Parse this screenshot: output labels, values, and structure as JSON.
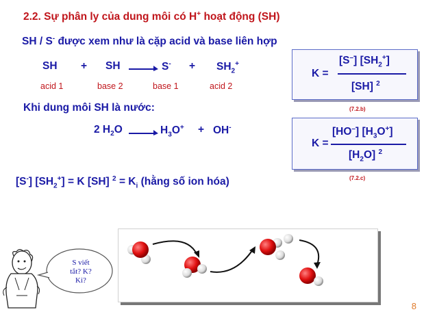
{
  "title": {
    "text": "2.2. Sự phân ly của dung môi có H",
    "sup": "+",
    "rest": "  hoạt động (SH)"
  },
  "line2": {
    "p1": "SH / S",
    "sup": "-",
    "p2": " được xem như là cặp acid và base liên hợp"
  },
  "eq1": {
    "sh1": "SH",
    "plus1": "+",
    "sh2": "SH",
    "s": "S",
    "s_sup": "-",
    "plus2": "+",
    "sh2p": "SH",
    "sh2p_sub": "2",
    "sh2p_sup": "+"
  },
  "labels": {
    "acid1": "acid 1",
    "base2": "base 2",
    "base1": "base 1",
    "acid2": "acid 2"
  },
  "water_line": "Khi dung môi SH là nước:",
  "eq2": {
    "coef": "2 H",
    "sub2": "2",
    "o": "O",
    "h3o": "H",
    "h3o_sub": "3",
    "h3o_o": "O",
    "h3o_sup": "+",
    "plus": "+",
    "oh": "OH",
    "oh_sup": "-"
  },
  "box1": {
    "k": "K =",
    "num_a": "[S",
    "num_a_sup": "–",
    "num_b": "] [SH",
    "num_b_sub": "2",
    "num_b_sup": "+",
    "num_c": "]",
    "den": "[SH]",
    "den_sup": "2",
    "ref": "(7.2.b)"
  },
  "box2": {
    "k": "K =",
    "num_a": "[HO",
    "num_a_sup": "–",
    "num_b": "] [H",
    "num_b_sub": "3",
    "num_b_o": "O",
    "num_b_sup": "+",
    "num_c": "]",
    "den_a": "[H",
    "den_sub": "2",
    "den_b": "O]",
    "den_sup": "2",
    "ref": "(7.2.c)"
  },
  "bottom": {
    "a": "[S",
    "a_sup": "-",
    "b": "] [SH",
    "b_sub": "2",
    "b_sup": "+",
    "c": "]  =  K  [SH] ",
    "c_sup": "2",
    "d": " =  K",
    "d_sub": "i",
    "e": " (hằng số ion hóa)"
  },
  "bubble": {
    "l1": "S viết",
    "l2": "tắt? K?",
    "l3": "Ki?"
  },
  "page_number": "8",
  "colors": {
    "text_blue": "#1a1aa6",
    "text_red": "#c0151b",
    "page_orange": "#e07a2a",
    "oxygen": "#e01010",
    "hydrogen": "#ffffff"
  },
  "illustration": {
    "icon": "water-molecules-proton-transfer",
    "figure_icon": "thinking-man-cartoon"
  }
}
